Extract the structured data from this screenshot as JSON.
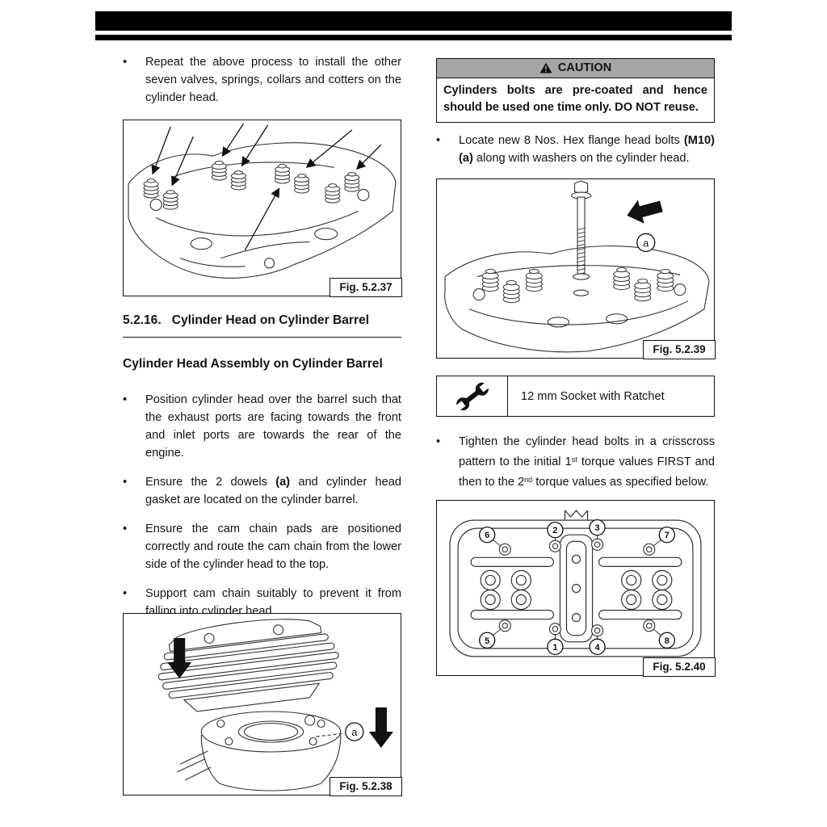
{
  "left_column": {
    "intro_bullet": "Repeat the above process to install the other seven valves, springs, collars and cotters on the cylinder head.",
    "fig37_caption": "Fig. 5.2.37",
    "section_number": "5.2.16.",
    "section_title": "Cylinder Head on Cylinder Barrel",
    "subheading": "Cylinder Head Assembly on Cylinder Barrel",
    "bullets": [
      {
        "pre": "Position cylinder head over the barrel such that the exhaust ports are facing towards the front and inlet ports are towards the rear of the engine.",
        "bold": "",
        "post": ""
      },
      {
        "pre": "Ensure the 2 dowels ",
        "bold": "(a)",
        "post": " and cylinder head gasket are located on the cylinder barrel."
      },
      {
        "pre": "Ensure the cam chain pads are positioned correctly and route the cam chain from the lower side of the cylinder head to the top.",
        "bold": "",
        "post": ""
      },
      {
        "pre": "Support cam chain suitably to prevent it from falling into cylinder head.",
        "bold": "",
        "post": ""
      }
    ],
    "fig38_caption": "Fig. 5.2.38",
    "fig38_label": "a"
  },
  "right_column": {
    "caution_title": "CAUTION",
    "caution_body": "Cylinders bolts are pre-coated and hence should be used one time only. DO NOT reuse.",
    "locate_bullet": {
      "pre": "Locate new 8 Nos. Hex flange head bolts ",
      "bold": "(M10) (a)",
      "post": " along with washers on the cylinder head."
    },
    "fig39_caption": "Fig. 5.2.39",
    "fig39_label": "a",
    "tool_label": "12 mm Socket with Ratchet",
    "tighten_bullet": {
      "p1": "Tighten the cylinder head bolts in a crisscross pattern to the initial 1",
      "sup1": "st",
      "p2": " torque values FIRST and then to the 2",
      "sup2": "nd",
      "p3": " torque values as specified below."
    },
    "fig40_caption": "Fig. 5.2.40",
    "bolt_numbers": [
      "1",
      "2",
      "3",
      "4",
      "5",
      "6",
      "7",
      "8"
    ]
  }
}
